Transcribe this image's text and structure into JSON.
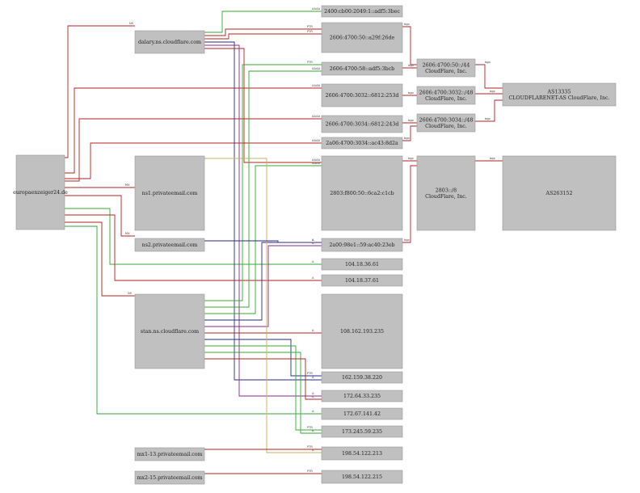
{
  "diagram": {
    "colors": {
      "red": "#b22222",
      "green": "#33aa33",
      "navy": "#2a2a8a",
      "purple": "#8a2a8a",
      "gold": "#c8b060",
      "node_fill": "#c0c0c0"
    },
    "nodes": [
      {
        "id": "domain",
        "lines": [
          "europaenzeiger24.de"
        ]
      },
      {
        "id": "dalary",
        "lines": [
          "dalary.ns.cloudflare.com"
        ]
      },
      {
        "id": "ns1",
        "lines": [
          "ns1.privateemail.com"
        ]
      },
      {
        "id": "ns2",
        "lines": [
          "ns2.privateemail.com"
        ]
      },
      {
        "id": "stan",
        "lines": [
          "stan.ns.cloudflare.com"
        ]
      },
      {
        "id": "mx1",
        "lines": [
          "mx1-13.privateemail.com"
        ]
      },
      {
        "id": "mx2",
        "lines": [
          "mx2-15.privateemail.com"
        ]
      },
      {
        "id": "ip1",
        "lines": [
          "2400:cb00:2049:1::adf5:3bec"
        ]
      },
      {
        "id": "ip2",
        "lines": [
          "2606:4700:50::a29f:26de"
        ]
      },
      {
        "id": "ip3",
        "lines": [
          "2606:4700:58::adf5:3bcb"
        ]
      },
      {
        "id": "ip4",
        "lines": [
          "2606:4700:3032::6812:253d"
        ]
      },
      {
        "id": "ip5",
        "lines": [
          "2606:4700:3034::6812:243d"
        ]
      },
      {
        "id": "ip6",
        "lines": [
          "2a06:4700:3034::ac43:8d2a"
        ]
      },
      {
        "id": "ip7",
        "lines": [
          "2803:f800:50::6ca2:c1cb"
        ]
      },
      {
        "id": "ip8",
        "lines": [
          "2a00:98e1::59:ac40:23eb"
        ]
      },
      {
        "id": "ip9",
        "lines": [
          "104.18.36.61"
        ]
      },
      {
        "id": "ip10",
        "lines": [
          "104.18.37.61"
        ]
      },
      {
        "id": "ip11",
        "lines": [
          "108.162.193.235"
        ]
      },
      {
        "id": "ip12",
        "lines": [
          "162.159.38.220"
        ]
      },
      {
        "id": "ip13",
        "lines": [
          "172.64.33.235"
        ]
      },
      {
        "id": "ip14",
        "lines": [
          "172.67.141.42"
        ]
      },
      {
        "id": "ip15",
        "lines": [
          "173.245.59.235"
        ]
      },
      {
        "id": "ip16",
        "lines": [
          "198.54.122.213"
        ]
      },
      {
        "id": "ip17",
        "lines": [
          "198.54.122.215"
        ]
      },
      {
        "id": "pfx1",
        "lines": [
          "2606:4700:50::/44",
          "CloudFlare, Inc."
        ]
      },
      {
        "id": "pfx2",
        "lines": [
          "2606:4700:3032::/48",
          "CloudFlare, Inc."
        ]
      },
      {
        "id": "pfx3",
        "lines": [
          "2606:4700:3034::/48",
          "CloudFlare, Inc."
        ]
      },
      {
        "id": "pfx4",
        "lines": [
          "2803::/8",
          "CloudFlare, Inc."
        ]
      },
      {
        "id": "as1",
        "lines": [
          "AS13335",
          "CLOUDFLARENET-AS CloudFlare, Inc."
        ]
      },
      {
        "id": "as2",
        "lines": [
          "AS263152"
        ]
      }
    ],
    "edge_labels": {
      "ns": "NS",
      "mx": "MX",
      "ptr": "PTR",
      "a": "A",
      "aaaa": "AAAA",
      "bgp": "bgp"
    }
  }
}
